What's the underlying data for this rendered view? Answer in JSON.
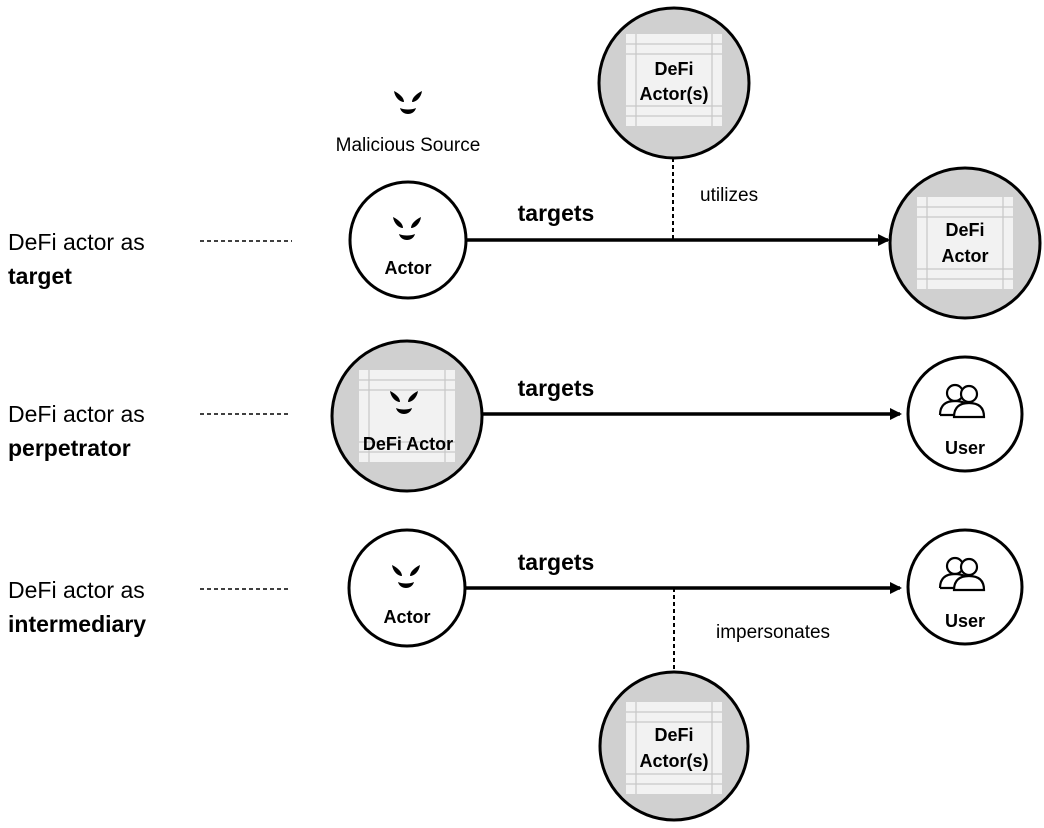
{
  "legend": {
    "malicious_source": "Malicious Source"
  },
  "rows": [
    {
      "prefix": "DeFi actor as",
      "role": "target",
      "left_node": "Actor",
      "edge_label": "targets",
      "right_node_line1": "DeFi",
      "right_node_line2": "Actor",
      "aux_label": "utilizes",
      "aux_node_line1": "DeFi",
      "aux_node_line2": "Actor(s)"
    },
    {
      "prefix": "DeFi actor as",
      "role": "perpetrator",
      "left_node": "DeFi Actor",
      "edge_label": "targets",
      "right_node": "User"
    },
    {
      "prefix": "DeFi actor as",
      "role": "intermediary",
      "left_node": "Actor",
      "edge_label": "targets",
      "right_node": "User",
      "aux_label": "impersonates",
      "aux_node_line1": "DeFi",
      "aux_node_line2": "Actor(s)"
    }
  ],
  "colors": {
    "stroke": "#000000",
    "defi_fill": "#d0d0d0",
    "panel_fill": "#f2f2f2",
    "background": "#ffffff"
  }
}
